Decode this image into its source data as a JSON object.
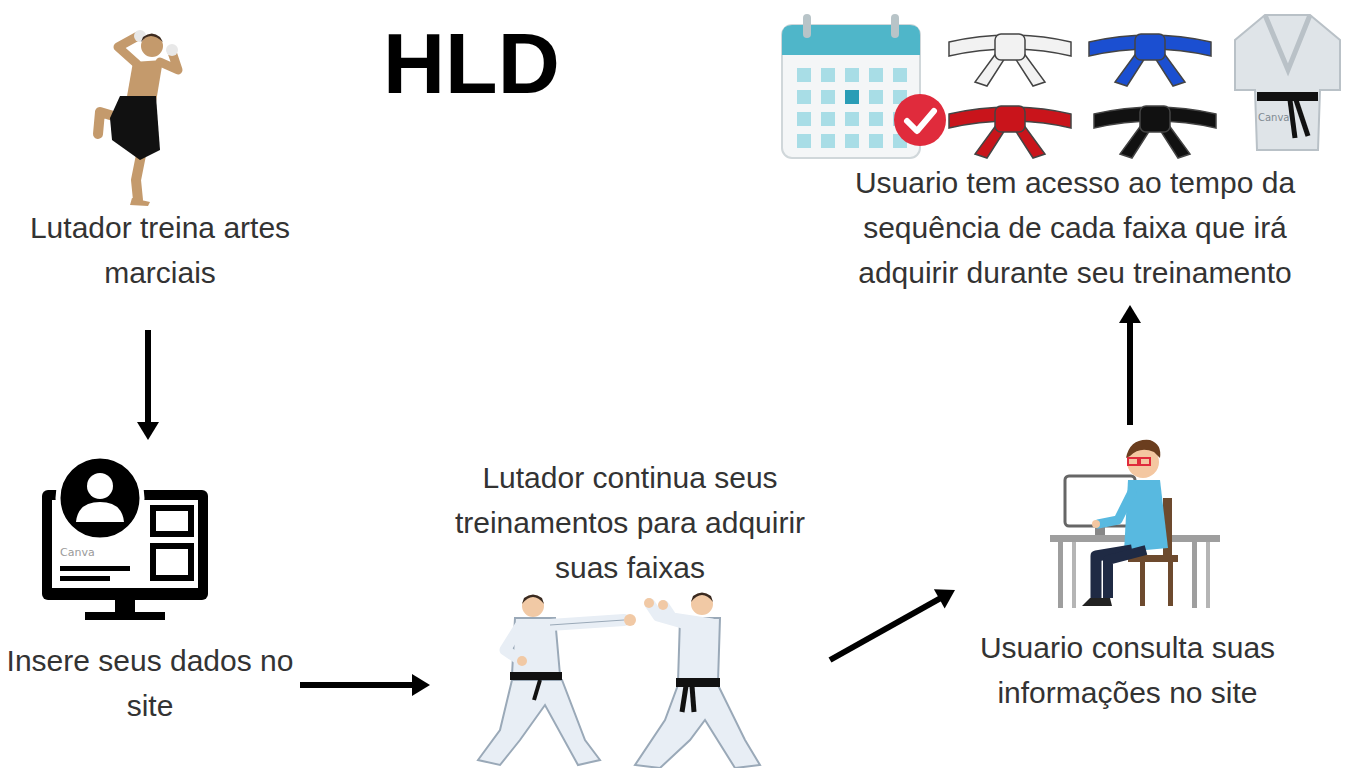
{
  "diagram": {
    "title": "HLD",
    "nodes": [
      {
        "text": [
          "Lutador treina artes marciais"
        ]
      },
      {
        "text": [
          "Insere seus dados no site"
        ]
      },
      {
        "text": [
          "Lutador continua seus treinamentos para adquirir suas faixas"
        ]
      },
      {
        "text": [
          "Usuario consulta suas informações no site"
        ]
      },
      {
        "text": [
          "Usuario tem acesso ao tempo da sequência de cada faixa que irá adquirir durante seu treinamento"
        ]
      }
    ],
    "edges": [
      {
        "from": 0,
        "to": 1,
        "arrow": "to"
      },
      {
        "from": 1,
        "to": 2,
        "arrow": "to"
      },
      {
        "from": 2,
        "to": 3,
        "arrow": "to"
      },
      {
        "from": 3,
        "to": 4,
        "arrow": "to"
      }
    ],
    "labels": [
      "Canva",
      "Canva"
    ]
  }
}
